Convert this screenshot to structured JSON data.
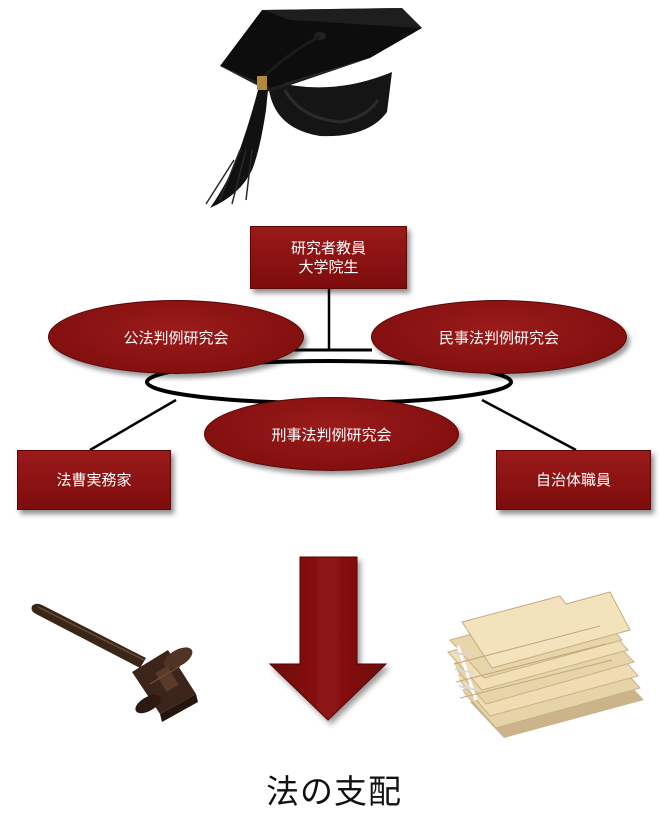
{
  "diagram": {
    "top_box_lines": [
      "研究者教員",
      "大学院生"
    ],
    "left_box": "法曹実務家",
    "right_box": "自治体職員",
    "oval_left": "公法判例研究会",
    "oval_right": "民事法判例研究会",
    "oval_center": "刑事法判例研究会",
    "caption": "法の支配"
  },
  "colors": {
    "box_fill": "#8b1111",
    "oval_fill": "#8a1414",
    "arrow_fill": "#7c0c0c",
    "connector": "#000000",
    "caption_text": "#111111"
  },
  "icons": [
    "graduation-cap-icon",
    "gavel-icon",
    "folders-icon"
  ]
}
